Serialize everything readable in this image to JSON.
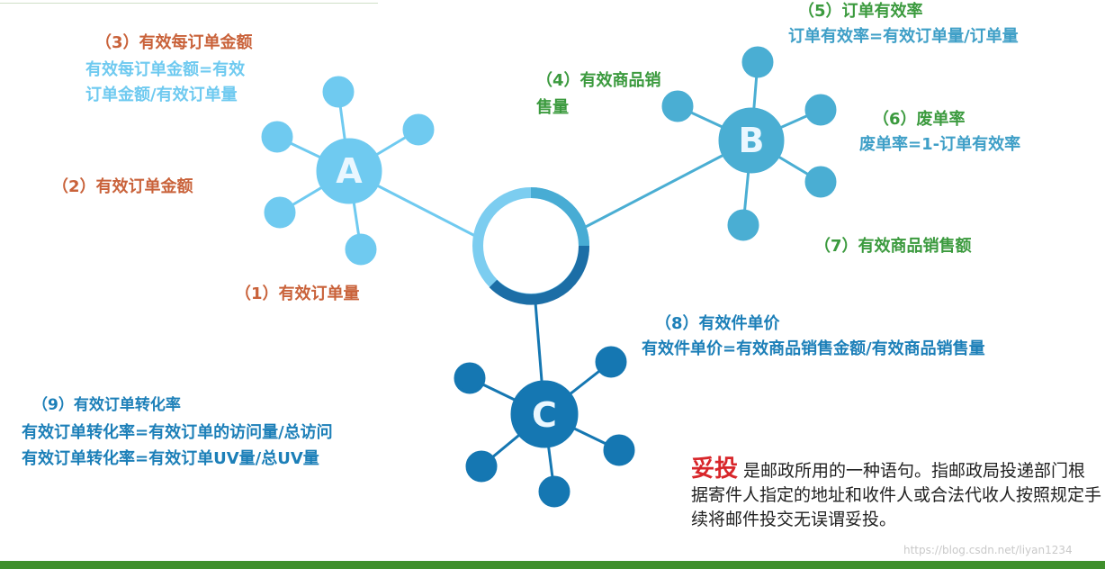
{
  "diagram": {
    "hubs": [
      {
        "letter": "A",
        "color": "#6fcaf0"
      },
      {
        "letter": "B",
        "color": "#4aaed3"
      },
      {
        "letter": "C",
        "color": "#1577b2"
      }
    ],
    "center_ring": {
      "colors": [
        "#7ccdf0",
        "#48acd4",
        "#1c6ea6"
      ]
    }
  },
  "labels": {
    "l1": {
      "title": "（1）有效订单量"
    },
    "l2": {
      "title": "（2）有效订单金额"
    },
    "l3": {
      "title": "（3）有效每订单金额",
      "line1": "有效每订单金额=有效",
      "line2": "订单金额/有效订单量"
    },
    "l4": {
      "title": "（4）有效商品销",
      "line2": "售量"
    },
    "l5": {
      "title": "（5）订单有效率",
      "formula": "订单有效率=有效订单量/订单量"
    },
    "l6": {
      "title": "（6）废单率",
      "formula": "废单率=1-订单有效率"
    },
    "l7": {
      "title": "（7）有效商品销售额"
    },
    "l8": {
      "title": "（8）有效件单价",
      "formula": "有效件单价=有效商品销售金额/有效商品销售量"
    },
    "l9": {
      "title": "（9）有效订单转化率",
      "formula1": "有效订单转化率=有效订单的访问量/总访问",
      "formula2": "有效订单转化率=有效订单UV量/总UV量"
    }
  },
  "note": {
    "keyword": "妥投",
    "text": "是邮政所用的一种语句。指邮政局投递部门根据寄件人指定的地址和收件人或合法代收人按照规定手续将邮件投交无误谓妥投。"
  },
  "watermark": "https://blog.csdn.net/liyan1234"
}
